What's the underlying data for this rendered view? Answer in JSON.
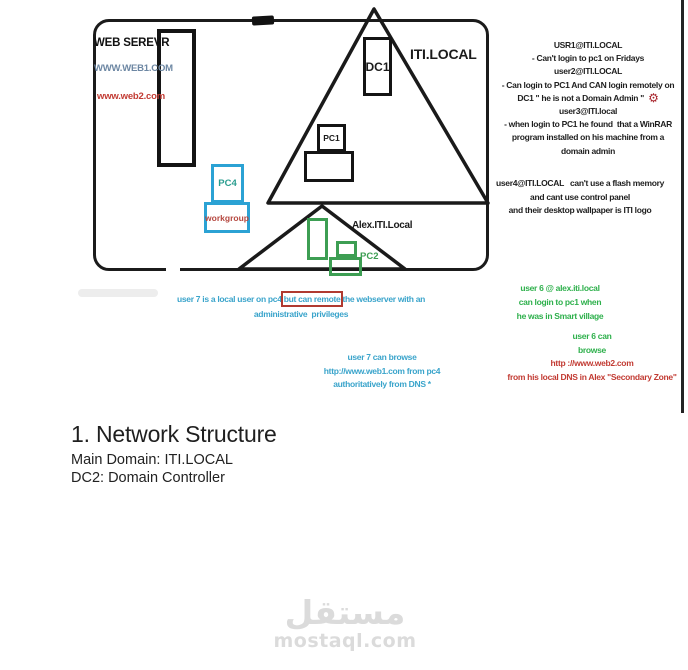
{
  "colors": {
    "ink": "#1b1b1b",
    "cyan_shape": "#2ba2d4",
    "green_shape": "#3d9e53",
    "green_text": "#2eb04c",
    "blue_text": "#3aa4cb",
    "red_text": "#c23b33",
    "red_highlight_box": "#b03a30",
    "grayblue_text": "#6d87a3",
    "watermark_gray": "#dbdbdb"
  },
  "icons": {
    "gear": "⚙"
  },
  "diagram": {
    "web_server_title": "WEB SEREVR",
    "web1_url": "WWW.WEB1.COM",
    "web2_url": "www.web2.com",
    "domain_label": "ITI.LOCAL",
    "subdomain_label": "Alex.ITI.Local",
    "dc1_label": "DC1",
    "pc1_label": "PC1",
    "pc4_label": "PC4",
    "workgroup_label": "workgroup",
    "pc2_label": "PC2"
  },
  "notes": {
    "top_right_lines": [
      "USR1@ITI.LOCAL",
      "- Can't login to pc1 on Fridays",
      "user2@ITI.LOCAL",
      "- Can login to PC1 And CAN login remotely on",
      "DC1 \" he is not a Domain Admin \"",
      "user3@ITI.local",
      "- when login to PC1 he found  that a WinRAR",
      "program installed on his machine from a",
      "domain admin"
    ],
    "user4_lines": [
      "user4@ITI.LOCAL   can't use a flash memory",
      "and cant use control panel",
      "and their desktop wallpaper is ITI logo"
    ],
    "user7_remote": {
      "before": "user 7 is a local user on pc4 ",
      "boxed": "but can remote",
      "after": " the webserver with an",
      "line2": "administrative  privileges"
    },
    "user7_browse_lines": [
      "user 7 can browse",
      "http://www.web1.com from pc4",
      "authoritatively from DNS *"
    ],
    "user6_login_lines": [
      "user 6 @ alex.iti.local",
      "can login to pc1 when",
      "he was in Smart village"
    ],
    "user6_browse_green_lines": [
      "user 6 can",
      "browse"
    ],
    "user6_browse_red_lines": [
      "http ://www.web2.com",
      "from his local DNS in Alex \"Secondary Zone\""
    ]
  },
  "caption": {
    "heading": "1. Network Structure",
    "sub1": "Main Domain: ITI.LOCAL",
    "sub2": "DC2: Domain Controller"
  },
  "watermark": {
    "arabic": "مستقل",
    "latin": "mostaql.com"
  }
}
